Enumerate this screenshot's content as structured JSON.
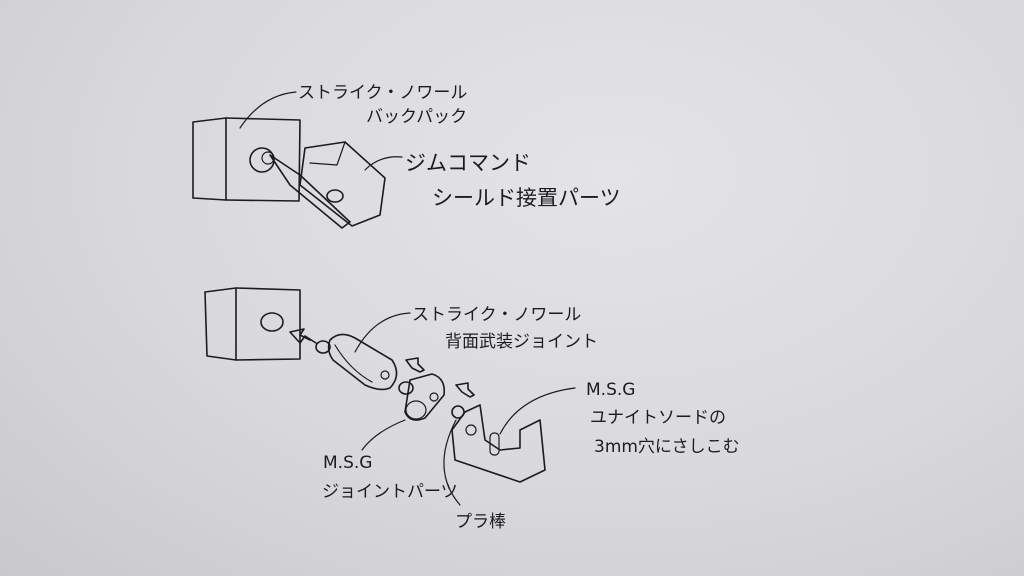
{
  "sketch_top": {
    "backpack_label": [
      "ストライク・ノワール",
      "バックパック"
    ],
    "shield_label": [
      "ジムコマンド",
      "シールド接置パーツ"
    ]
  },
  "sketch_bottom": {
    "joint_label": [
      "ストライク・ノワール",
      "背面武装ジョイント"
    ],
    "msg_sword_label": [
      "M.S.G",
      "ユナイトソードの",
      "3mm穴にさしこむ"
    ],
    "msg_joint_label": [
      "M.S.G",
      "ジョイントパーツ"
    ],
    "plastic_rod_label": "プラ棒"
  },
  "colors": {
    "paper": "#dcdcde",
    "ink": "#1c1c1e"
  }
}
